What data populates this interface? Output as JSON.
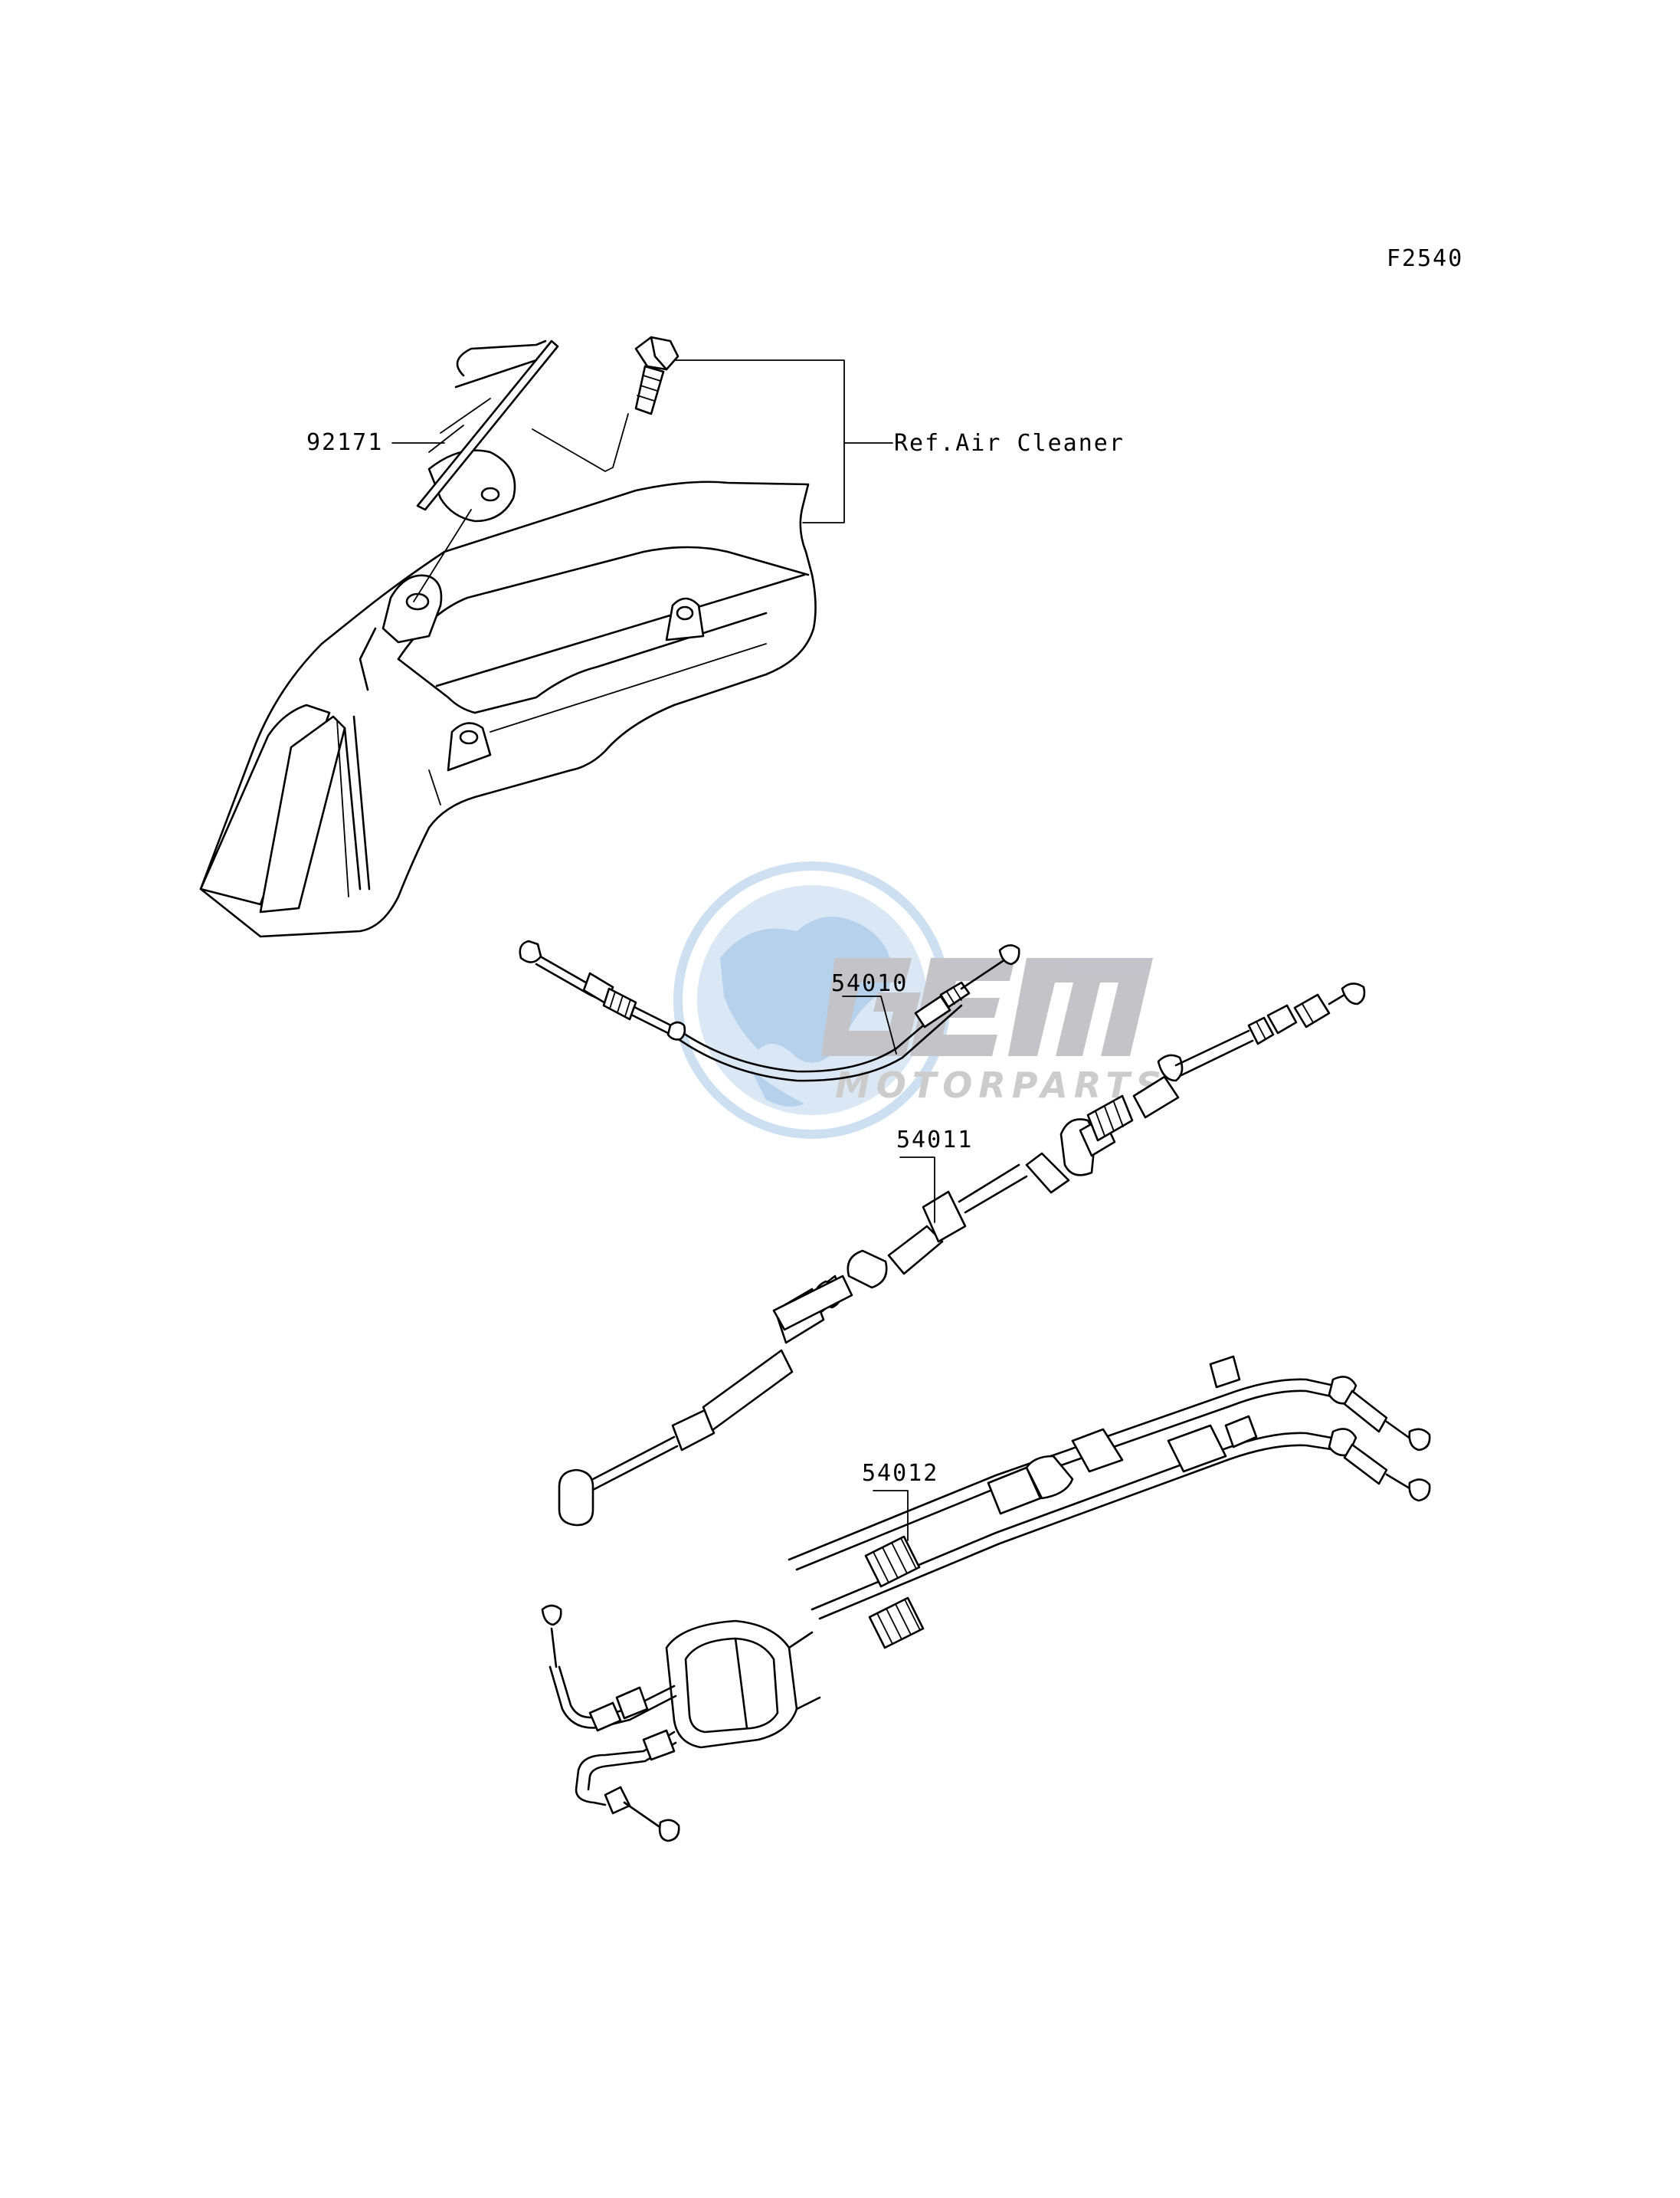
{
  "diagram": {
    "figure_code": "F2540",
    "reference_label": "Ref.Air Cleaner",
    "part_labels": {
      "clamp": "92171",
      "cable_54010": "54010",
      "cable_54011": "54011",
      "cable_54012": "54012"
    },
    "watermark": {
      "brand": "GEM",
      "sub": "MOTORPARTS",
      "colors": {
        "globe": "#b8d4ee",
        "letters": "#b9b9bf",
        "sub": "#c4c4c4"
      }
    }
  }
}
